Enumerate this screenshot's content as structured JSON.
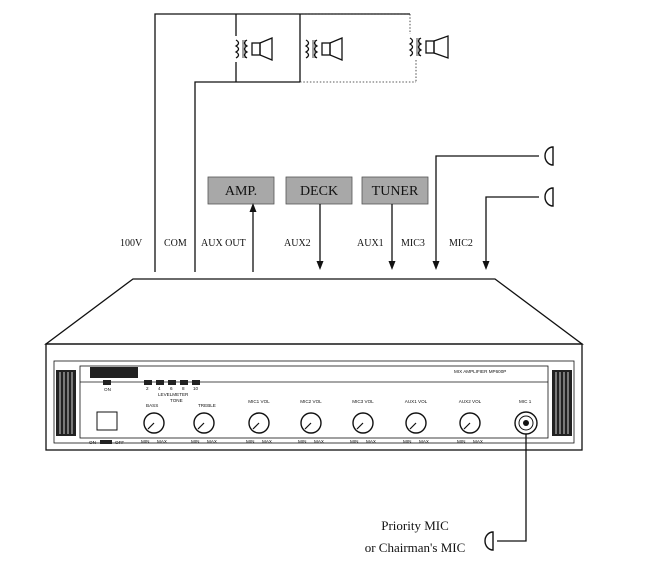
{
  "sources": [
    {
      "label": "AMP."
    },
    {
      "label": "DECK"
    },
    {
      "label": "TUNER"
    }
  ],
  "ports": [
    "100V",
    "COM",
    "AUX OUT",
    "AUX2",
    "AUX1",
    "MIC3",
    "MIC2"
  ],
  "panel": {
    "model": "MIX AMPLIFIER  MP600P",
    "on": "ON",
    "levelmeter": "LEVELMETER",
    "tone": "TONE",
    "bass": "BASS",
    "treble": "TREBLE",
    "meter_ticks": [
      "2",
      "4",
      "6",
      "8",
      "10"
    ],
    "power_on": "ON",
    "power_off": "OFF",
    "knobs": [
      {
        "label": ""
      },
      {
        "label": ""
      },
      {
        "label": "MIC1 VOL"
      },
      {
        "label": "MIC2 VOL"
      },
      {
        "label": "MIC3 VOL"
      },
      {
        "label": "AUX1 VOL"
      },
      {
        "label": "AUX2 VOL"
      }
    ],
    "min": "MIN",
    "max": "MAX",
    "mic_input": "MIC 1"
  },
  "priority_mic": {
    "line1": "Priority MIC",
    "line2": "or Chairman's MIC"
  }
}
